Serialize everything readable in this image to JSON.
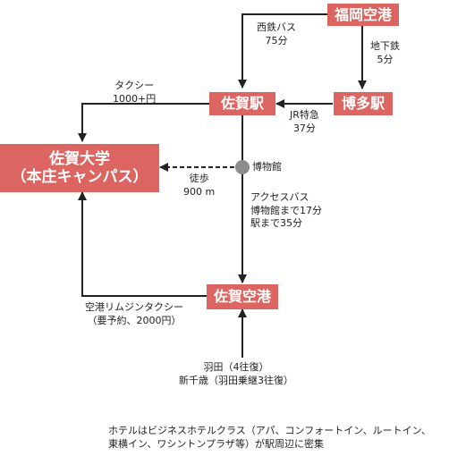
{
  "nodes": {
    "fukuoka_airport": "福岡空港",
    "saga_station": "佐賀駅",
    "hakata_station": "博多駅",
    "saga_university": [
      "佐賀大学",
      "（本庄キャンパス）"
    ],
    "saga_airport": "佐賀空港",
    "museum": "博物館"
  },
  "labels": {
    "nishitetsu_bus": [
      "西鉄バス",
      "75分"
    ],
    "subway": [
      "地下鉄",
      "5分"
    ],
    "taxi_station": [
      "タクシー",
      "1000+円"
    ],
    "jr_express": [
      "JR特急",
      "37分"
    ],
    "walk": [
      "徒歩",
      "900 m"
    ],
    "access_bus": [
      "アクセスバス",
      "博物館まで17分",
      "駅まで35分"
    ],
    "airport_limousine": [
      "空港リムジンタクシー",
      "（要予約、2000円）"
    ],
    "flights": [
      "羽田（4往復）",
      "新千歳（羽田乗継3往復）"
    ]
  },
  "footnote": [
    "ホテルはビジネスホテルクラス（アパ、コンフォートイン、ルートイン、",
    "東横イン、ワシントンプラザ等）が駅周辺に密集"
  ],
  "colors": {
    "node_fill": "#dc6461",
    "node_text": "#ffffff",
    "line": "#222222",
    "museum_dot": "#8c8c8c"
  }
}
